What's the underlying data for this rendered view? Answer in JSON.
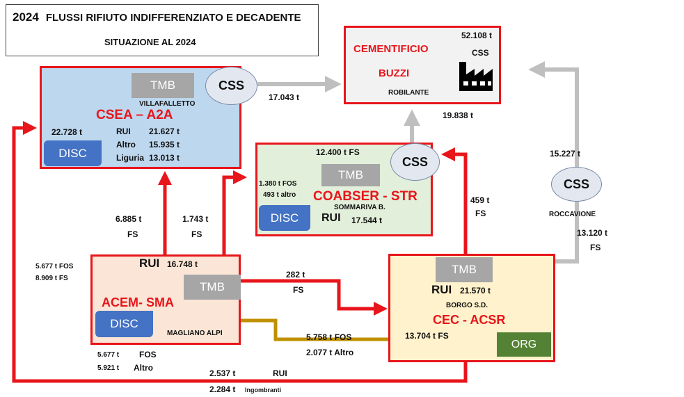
{
  "title": {
    "year": "2024",
    "line1": "FLUSSI  RIFIUTO INDIFFERENZIATO E DECADENTE",
    "line2": "SITUAZIONE AL 2024"
  },
  "cementificio": {
    "name1": "CEMENTIFICIO",
    "name2": "BUZZI",
    "location": "ROBILANTE",
    "total": "52.108 t",
    "type": "CSS",
    "icon": "factory-icon"
  },
  "csea": {
    "tmb": "TMB",
    "location": "VILLAFALLETTO",
    "name": "CSEA – A2A",
    "disc_amount": "22.728 t",
    "disc": "DISC",
    "rows": [
      {
        "k": "RUI",
        "v": "21.627 t"
      },
      {
        "k": "Altro",
        "v": "15.935 t"
      },
      {
        "k": "Liguria",
        "v": "13.013 t"
      }
    ]
  },
  "coabser": {
    "fs_in": "12.400  t  FS",
    "tmb": "TMB",
    "fos": "1.380 t FOS",
    "altro": "493 t altro",
    "name": "COABSER - STR",
    "location": "SOMMARIVA B.",
    "disc": "DISC",
    "rui_label": "RUI",
    "rui_value": "17.544  t"
  },
  "acem": {
    "rui_label": "RUI",
    "rui_value": "16.748  t",
    "tmb": "TMB",
    "name": "ACEM- SMA",
    "disc": "DISC",
    "location": "MAGLIANO ALPI"
  },
  "cec": {
    "tmb": "TMB",
    "rui_label": "RUI",
    "rui_value": "21.570 t",
    "location": "BORGO S.D.",
    "name": "CEC - ACSR",
    "fs": "13.704 t  FS",
    "org": "ORG"
  },
  "css_nodes": {
    "csea": "CSS",
    "coabser": "CSS",
    "roccavione": "CSS",
    "roccavione_label": "ROCCAVIONE"
  },
  "flows": {
    "csea_to_cem": "17.043 t",
    "coabser_to_cem": "19.838 t",
    "rocc_to_cem": "15.227 t",
    "cec_to_rocc_t": "13.120 t",
    "cec_to_rocc_fs": "FS",
    "cec_to_coabser_t": "459 t",
    "cec_to_coabser_fs": "FS",
    "acem_to_csea_t": "6.885 t",
    "acem_to_csea_fs": "FS",
    "acem_to_coabser_t": "1.743 t",
    "acem_to_coabser_fs": "FS",
    "acem_in_fos": "5.677 t  FOS",
    "acem_in_fs": "8.909 t    FS",
    "acem_to_cec_t": "282 t",
    "acem_to_cec_fs": "FS",
    "cec_to_acem_fos": "5.758 t    FOS",
    "cec_to_acem_altro": "2.077 t  Altro",
    "acem_disc_fos_t": "5.677 t",
    "acem_disc_fos": "FOS",
    "acem_disc_altro_t": "5.921 t",
    "acem_disc_altro": "Altro",
    "cec_to_csea_rui_t": "2.537 t",
    "cec_to_csea_rui": "RUI",
    "cec_to_csea_ingo_t": "2.284 t",
    "cec_to_csea_ingo": "Ingombranti"
  },
  "colors": {
    "red": "#e8151b",
    "grey_arrow": "#bfbfbf",
    "gold": "#bf9000",
    "csea_fill": "#bdd7ee",
    "coabser_fill": "#e2efda",
    "acem_fill": "#fbe5d6",
    "cec_fill": "#fff2cc",
    "cem_fill": "#f2f2f2",
    "org_fill": "#548235"
  }
}
